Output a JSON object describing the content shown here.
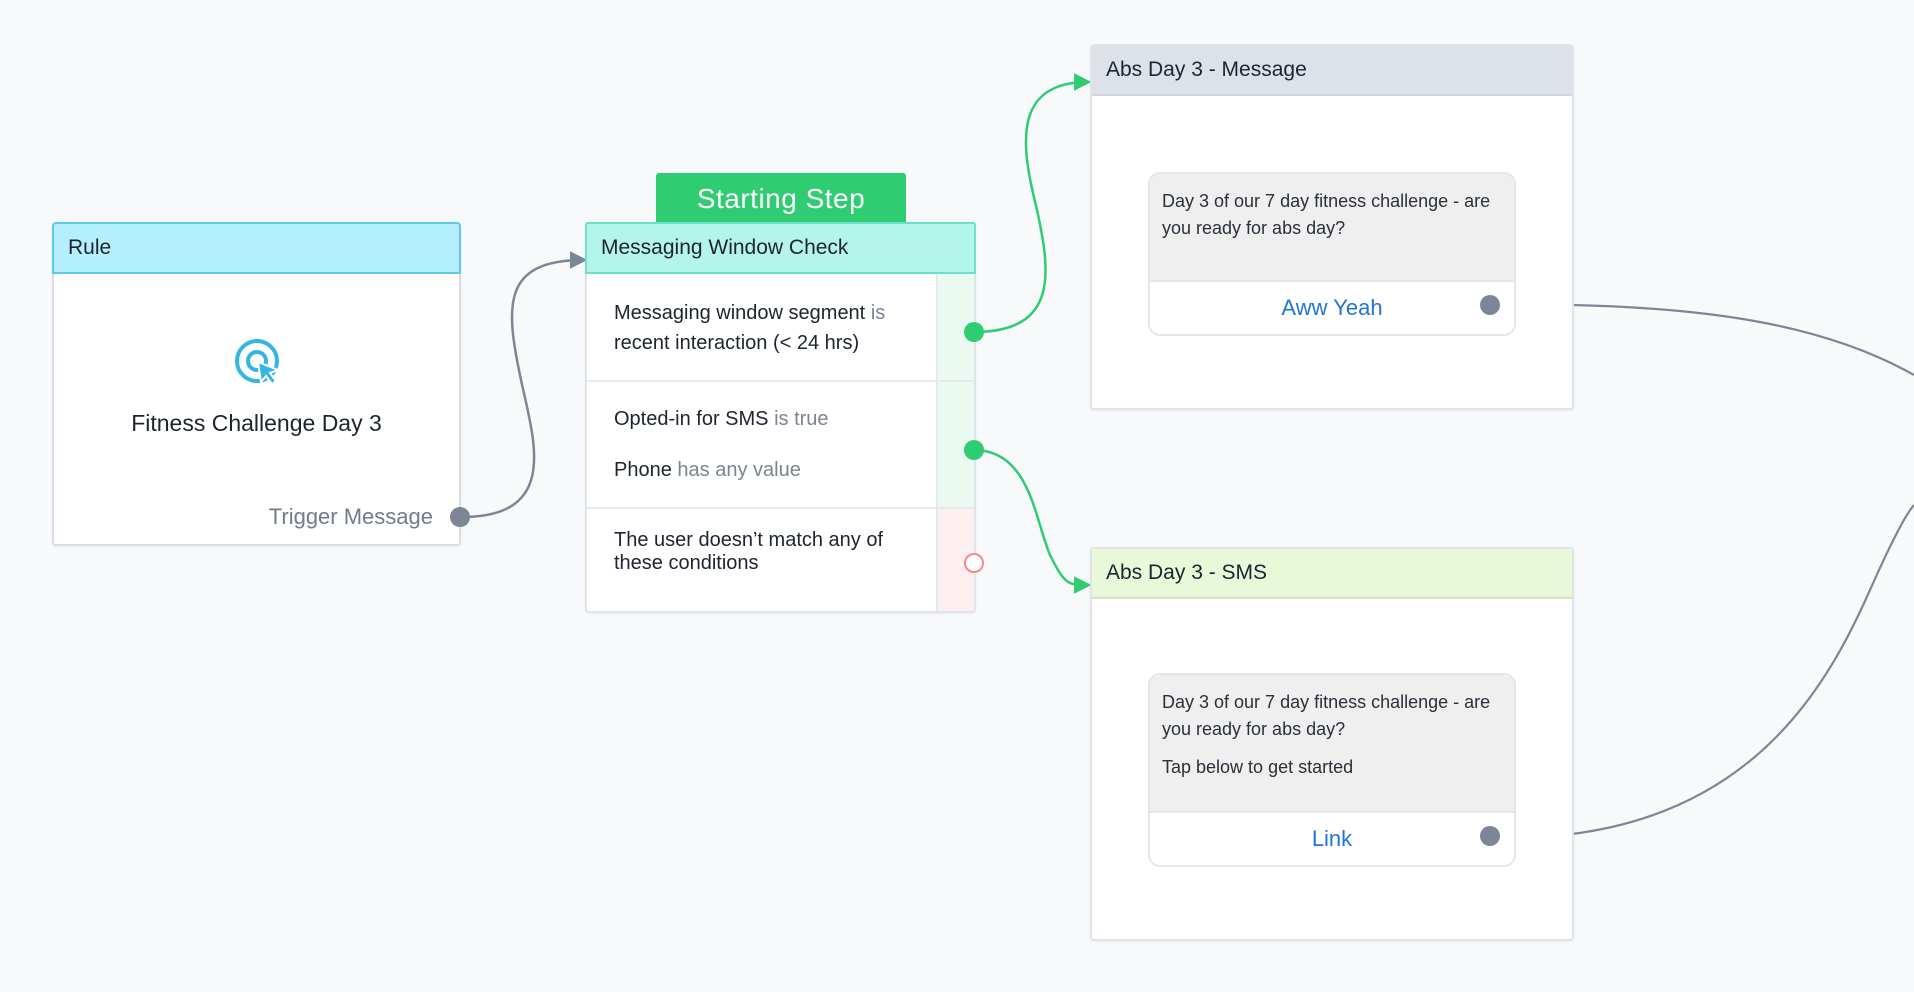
{
  "starting_step": {
    "label": "Starting Step"
  },
  "rule_node": {
    "header": "Rule",
    "icon": "target-cursor-icon",
    "title": "Fitness Challenge Day 3",
    "trigger_label": "Trigger Message"
  },
  "check_node": {
    "header": "Messaging Window Check",
    "conditions": [
      {
        "field": "Messaging window segment",
        "operator": "is",
        "value": "recent interaction (< 24 hrs)"
      },
      {
        "field": "Opted-in for SMS",
        "operator": "is true",
        "field2": "Phone",
        "operator2": "has any value"
      },
      {
        "fallback": "The user doesn’t match any of these conditions"
      }
    ]
  },
  "message_node": {
    "header": "Abs Day 3 - Message",
    "body": "Day 3 of our 7 day fitness challenge - are you ready for abs day?",
    "button_label": "Aww Yeah"
  },
  "sms_node": {
    "header": "Abs Day 3 - SMS",
    "body_line1": "Day 3 of our 7 day fitness challenge - are you ready for abs day?",
    "body_line2": "Tap below to get started",
    "button_label": "Link"
  },
  "colors": {
    "canvas_bg": "#f7f9fb",
    "rule_header": "#b3effd",
    "check_header": "#b3f5e8",
    "starting_step": "#2fcc71",
    "message_header": "#dde1e8",
    "sms_header": "#e9f8d8",
    "link_blue": "#1f75d6",
    "wire_gray": "#7d8698",
    "wire_green": "#2fcc71",
    "fail_red": "#f08a8f"
  }
}
